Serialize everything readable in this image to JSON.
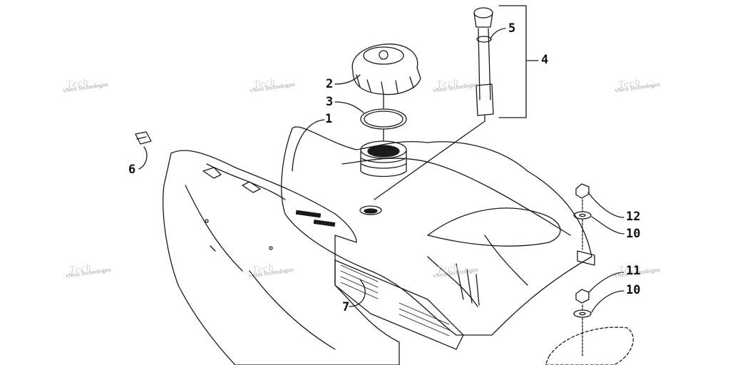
{
  "watermark": {
    "text": "vNext Technologies",
    "accent": "Tech"
  },
  "callouts": {
    "c1": "1",
    "c2": "2",
    "c3": "3",
    "c4": "4",
    "c5": "5",
    "c6": "6",
    "c7": "7",
    "c10a": "10",
    "c10b": "10",
    "c11": "11",
    "c12": "12"
  },
  "colors": {
    "line": "#1a1a1a",
    "background": "#ffffff",
    "watermark": "#9a9a9a"
  }
}
